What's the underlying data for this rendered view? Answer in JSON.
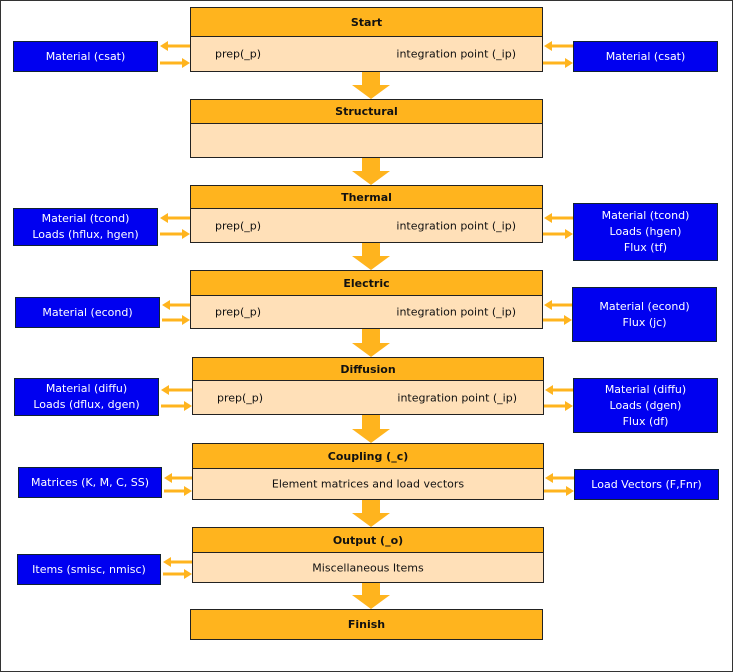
{
  "colors": {
    "header": "#FFB41E",
    "body": "#FFE0B8",
    "side": "#0000F0",
    "arrow": "#FFB41E"
  },
  "stages": [
    {
      "title": "Start",
      "left": "prep(_p)",
      "right": "integration point (_ip)"
    },
    {
      "title": "Structural"
    },
    {
      "title": "Thermal",
      "left": "prep(_p)",
      "right": "integration point (_ip)"
    },
    {
      "title": "Electric",
      "left": "prep(_p)",
      "right": "integration point (_ip)"
    },
    {
      "title": "Diffusion",
      "left": "prep(_p)",
      "right": "integration point (_ip)"
    },
    {
      "title": "Coupling (_c)",
      "center": "Element matrices and load vectors"
    },
    {
      "title": "Output (_o)",
      "center": "Miscellaneous Items"
    },
    {
      "title": "Finish"
    }
  ],
  "left_boxes": [
    {
      "lines": [
        "Material (csat)"
      ]
    },
    {
      "lines": [
        "Material (tcond)",
        "Loads (hflux, hgen)"
      ]
    },
    {
      "lines": [
        "Material (econd)"
      ]
    },
    {
      "lines": [
        "Material (diffu)",
        "Loads (dflux, dgen)"
      ]
    },
    {
      "lines": [
        "Matrices (K, M, C, SS)"
      ]
    },
    {
      "lines": [
        "Items (smisc, nmisc)"
      ]
    }
  ],
  "right_boxes": [
    {
      "lines": [
        "Material (csat)"
      ]
    },
    {
      "lines": [
        "Material (tcond)",
        "Loads (hgen)",
        "Flux (tf)"
      ]
    },
    {
      "lines": [
        "Material (econd)",
        "Flux (jc)"
      ]
    },
    {
      "lines": [
        "Material (diffu)",
        "Loads (dgen)",
        "Flux (df)"
      ]
    },
    {
      "lines": [
        "Load Vectors (F,Fnr)"
      ]
    }
  ]
}
